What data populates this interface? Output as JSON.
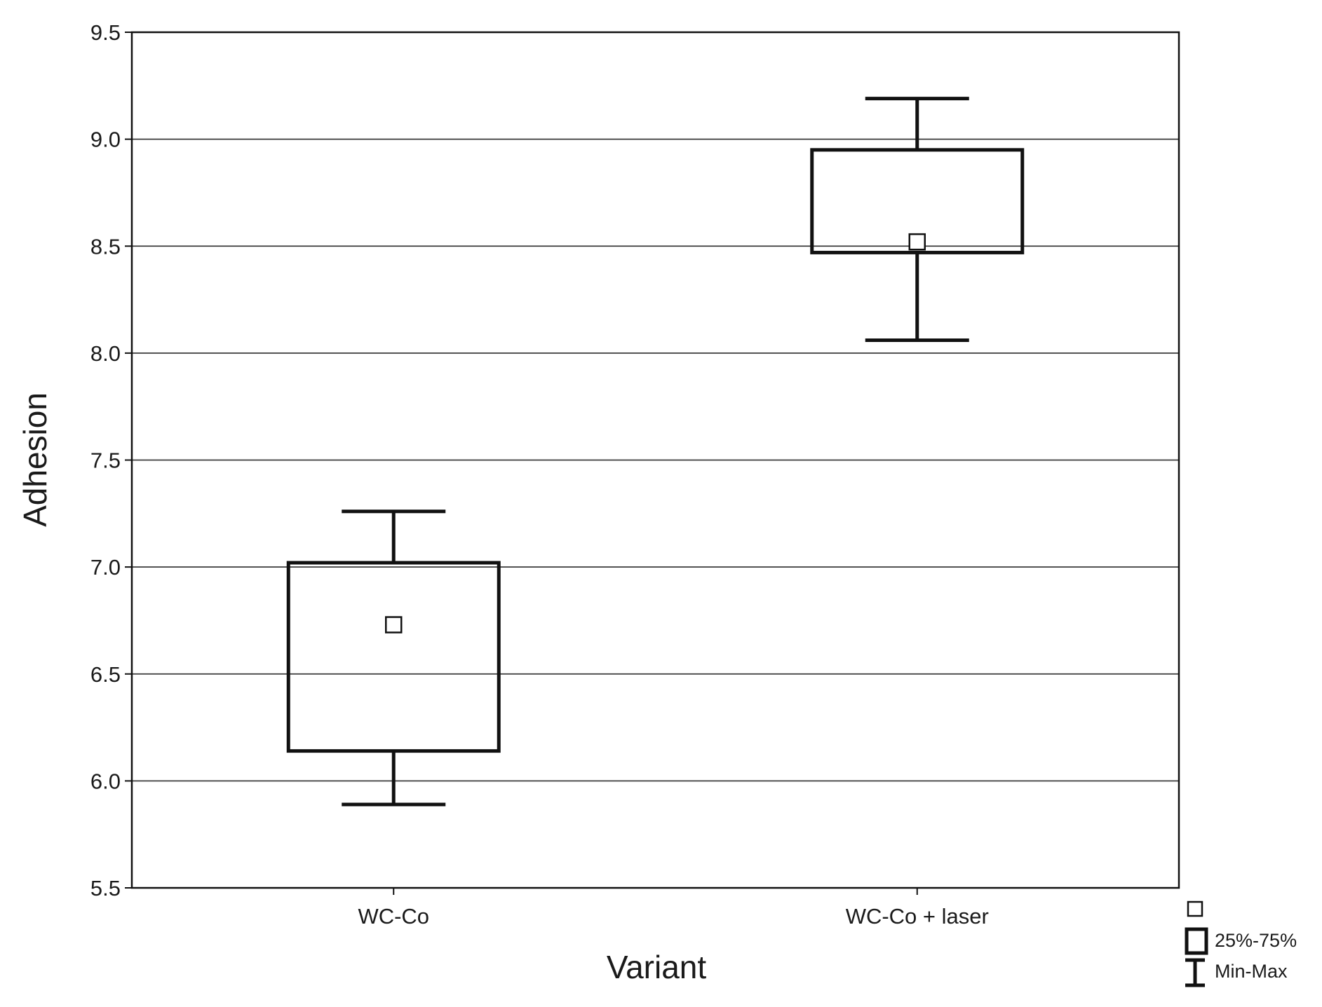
{
  "chart_data": {
    "type": "boxplot",
    "title": "",
    "xlabel": "Variant",
    "ylabel": "Adhesion",
    "ylim": [
      5.5,
      9.5
    ],
    "yticks": [
      5.5,
      6.0,
      6.5,
      7.0,
      7.5,
      8.0,
      8.5,
      9.0,
      9.5
    ],
    "ytick_labels": [
      "5.5",
      "6.0",
      "6.5",
      "7.0",
      "7.5",
      "8.0",
      "8.5",
      "9.0",
      "9.5"
    ],
    "grid": "horizontal",
    "categories": [
      "WC-Co",
      "WC-Co + laser"
    ],
    "boxes": [
      {
        "category": "WC-Co",
        "min": 5.89,
        "q1": 6.14,
        "median": 6.73,
        "q3": 7.02,
        "max": 7.26
      },
      {
        "category": "WC-Co + laser",
        "min": 8.06,
        "q1": 8.47,
        "median": 8.52,
        "q3": 8.95,
        "max": 9.19
      }
    ],
    "legend": {
      "position": "bottom-right",
      "items": [
        {
          "symbol": "small-square",
          "label": ""
        },
        {
          "symbol": "box",
          "label": "25%-75%"
        },
        {
          "symbol": "whisker",
          "label": "Min-Max"
        }
      ]
    },
    "colors": {
      "line": "#111111",
      "grid": "#3a3a3a",
      "background": "#ffffff"
    }
  }
}
